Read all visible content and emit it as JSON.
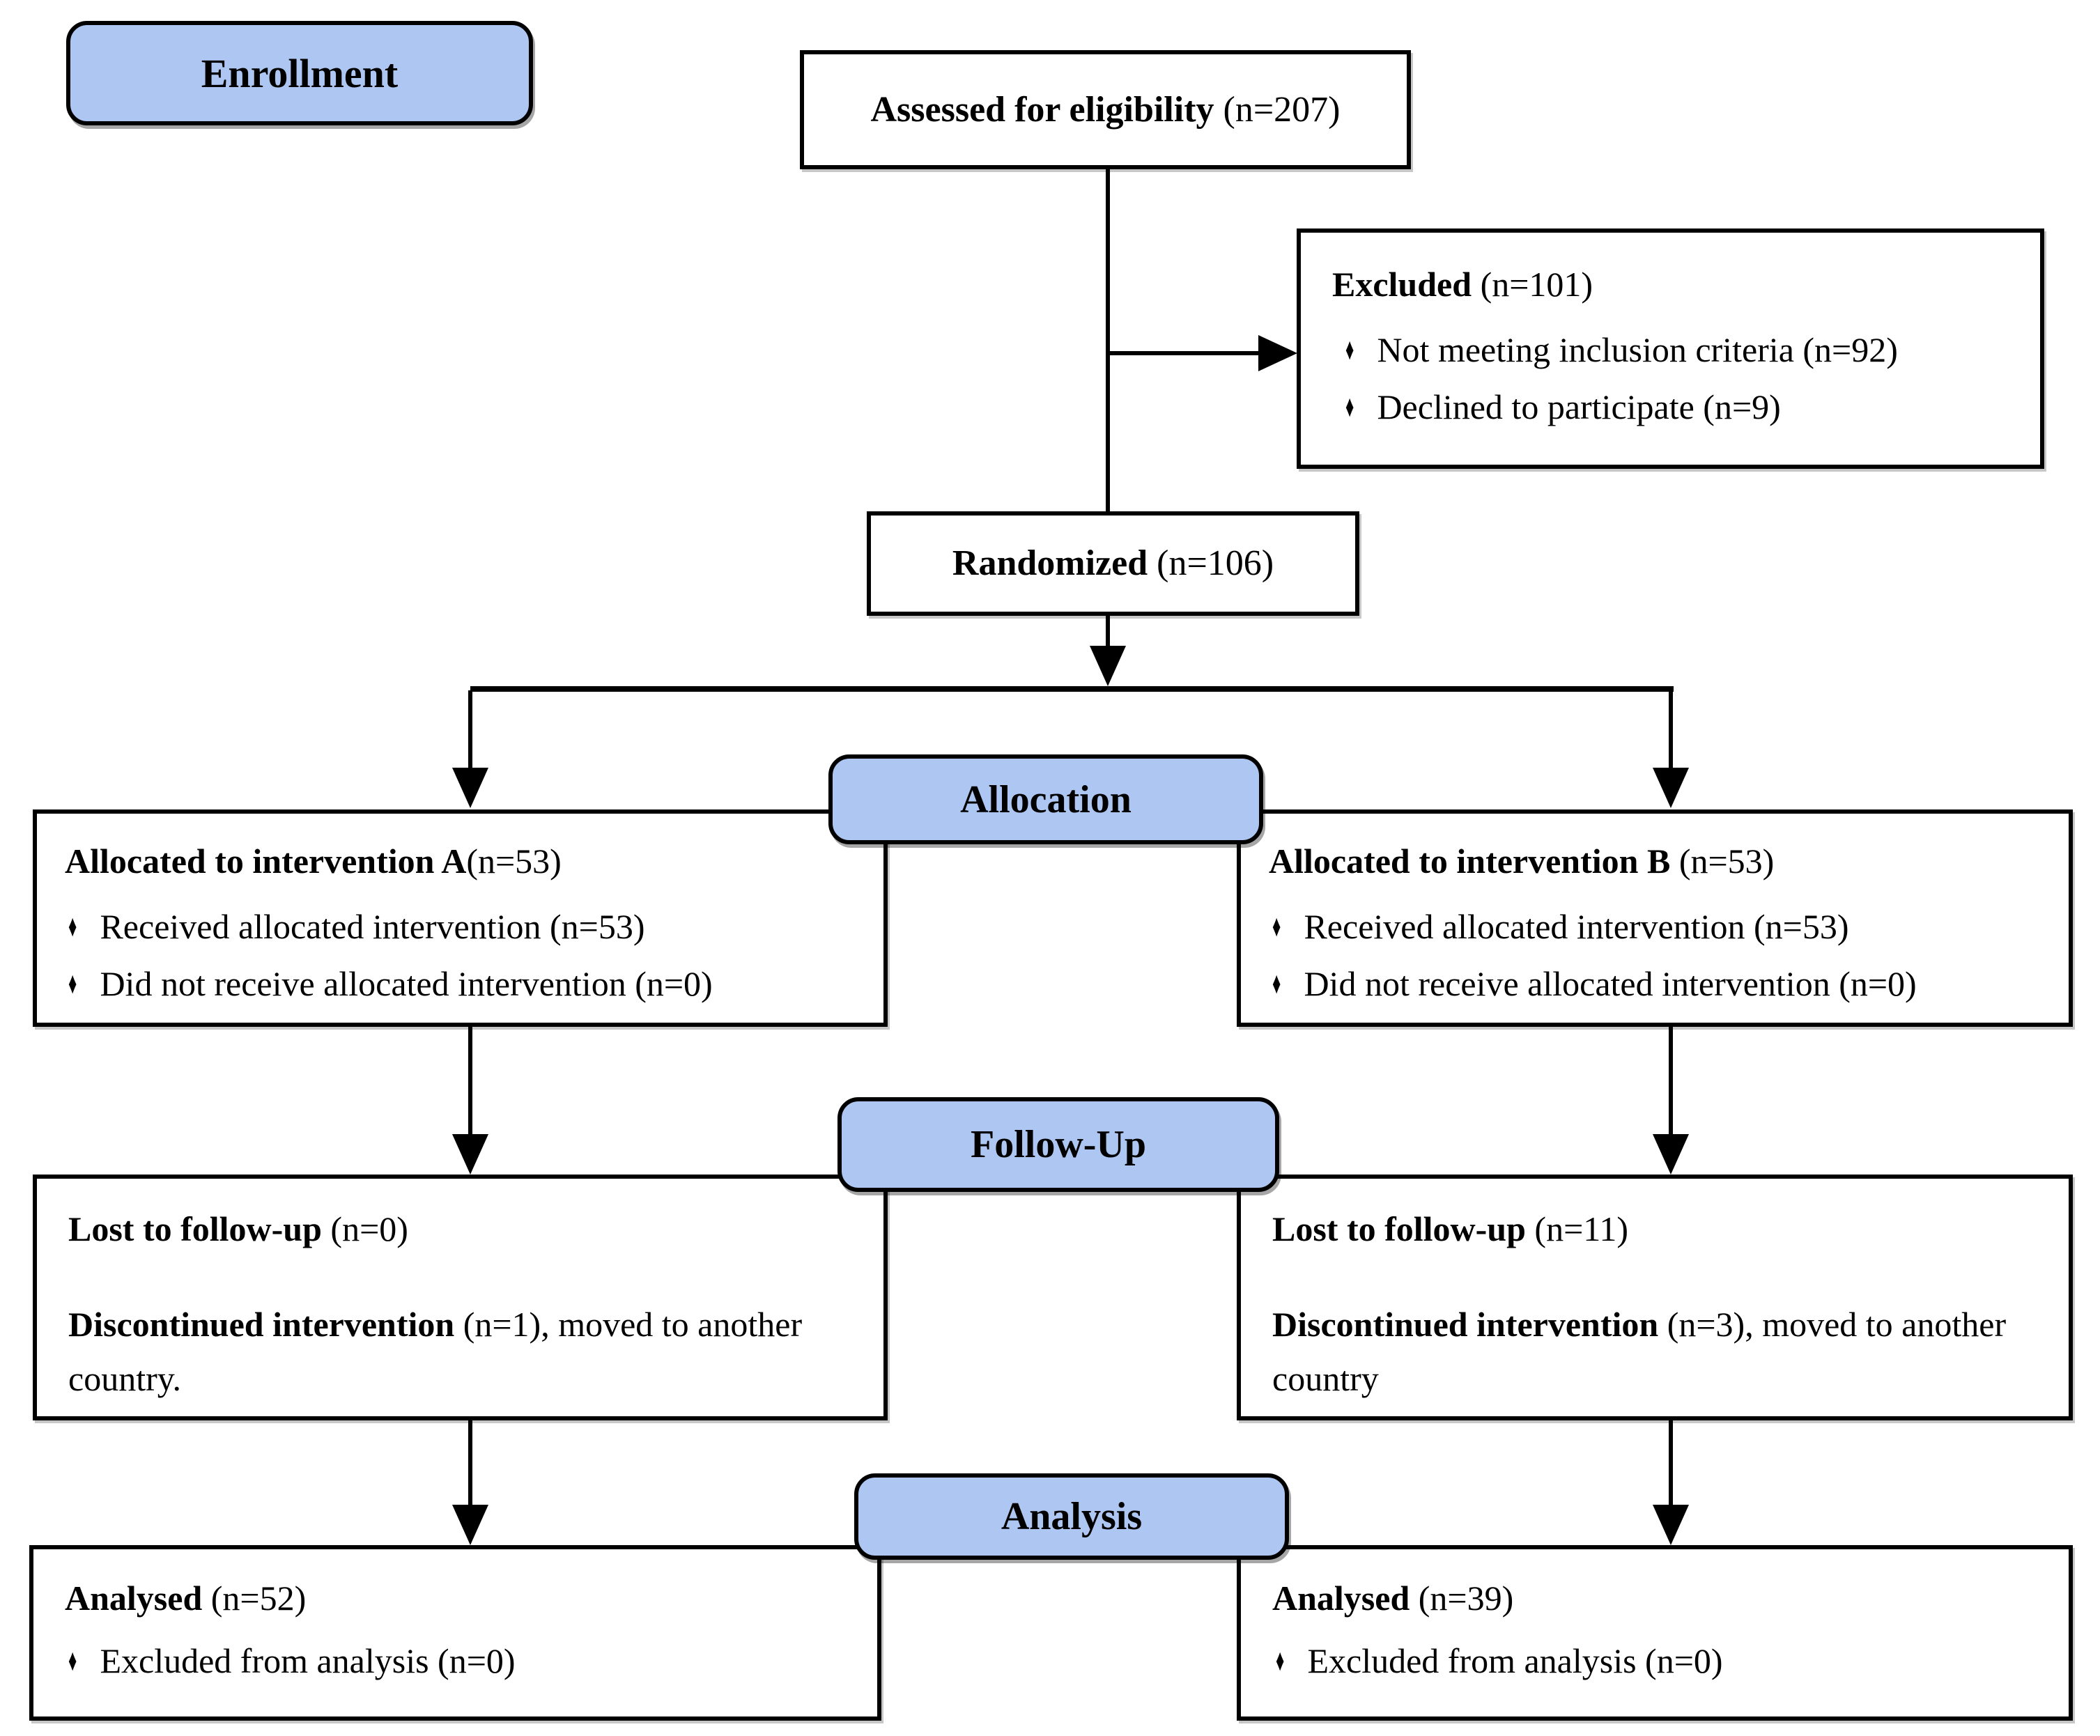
{
  "stages": {
    "enrollment": "Enrollment",
    "allocation": "Allocation",
    "followup": "Follow-Up",
    "analysis": "Analysis"
  },
  "colors": {
    "stage_fill": "#aec6f2",
    "line": "#000000",
    "box_bg": "#ffffff"
  },
  "boxes": {
    "assessed": {
      "bold": "Assessed for eligibility",
      "rest": " (n=207)"
    },
    "excluded": {
      "title_bold": "Excluded",
      "title_rest": " (n=101)",
      "bullets": [
        {
          "icon": "♦",
          "text": "Not meeting inclusion criteria (n=92)"
        },
        {
          "icon": "♦",
          "text": "Declined to participate (n=9)"
        }
      ]
    },
    "randomized": {
      "bold": "Randomized",
      "rest": " (n=106)"
    },
    "alloc_a": {
      "title_bold": "Allocated to intervention A",
      "title_rest": "(n=53)",
      "bullets": [
        {
          "icon": "♦",
          "text": "Received allocated intervention (n=53)"
        },
        {
          "icon": "♦",
          "text": "Did not receive allocated intervention (n=0)"
        }
      ]
    },
    "alloc_b": {
      "title_bold": "Allocated to intervention B",
      "title_rest": " (n=53)",
      "bullets": [
        {
          "icon": "♦",
          "text": "Received allocated intervention (n=53)"
        },
        {
          "icon": "♦",
          "text": "Did not receive allocated intervention (n=0)"
        }
      ]
    },
    "followup_a": {
      "lost_bold": "Lost to follow-up",
      "lost_rest": " (n=0)",
      "disc_bold": "Discontinued intervention",
      "disc_rest": " (n=1), moved to another country."
    },
    "followup_b": {
      "lost_bold": "Lost to follow-up",
      "lost_rest": " (n=11)",
      "disc_bold": "Discontinued intervention",
      "disc_rest": " (n=3), moved to another country"
    },
    "analysis_a": {
      "title_bold": "Analysed",
      "title_rest": " (n=52)",
      "bullets": [
        {
          "icon": "♦",
          "text": "Excluded from analysis (n=0)"
        }
      ]
    },
    "analysis_b": {
      "title_bold": "Analysed",
      "title_rest": " (n=39)",
      "bullets": [
        {
          "icon": "♦",
          "text": "Excluded from analysis (n=0)"
        }
      ]
    }
  }
}
